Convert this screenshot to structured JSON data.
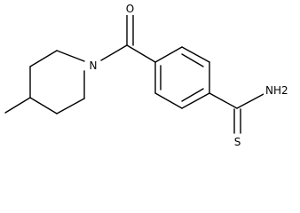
{
  "molecule": {
    "atoms": {
      "oxygen": "O",
      "piperidine_nitrogen": "N",
      "sulfur": "S",
      "amine": "NH2"
    },
    "colors": {
      "bond": "#000000",
      "label": "#000000",
      "background": "#ffffff"
    }
  }
}
